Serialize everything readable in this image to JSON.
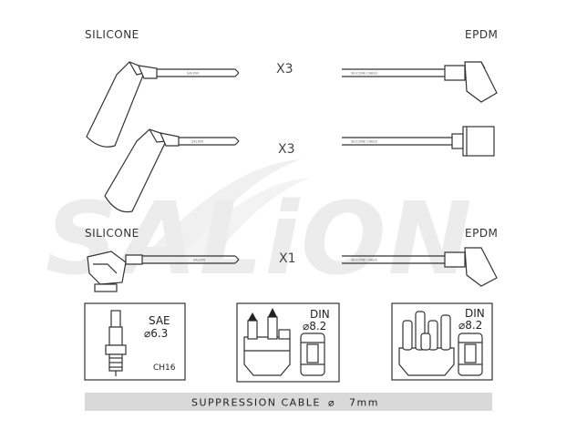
{
  "labels": {
    "silicone_top": "SILICONE",
    "epdm_top": "EPDM",
    "silicone_mid": "SILICONE",
    "epdm_mid": "EPDM"
  },
  "multipliers": {
    "row1": "X3",
    "row2": "X3",
    "row3": "X1"
  },
  "cable_print": {
    "left": "SALION",
    "right": "SILICONE CABLE"
  },
  "watermark": "SALiON",
  "boxes": {
    "sae": {
      "standard": "SAE",
      "size": "⌀6.3",
      "code": "CH16"
    },
    "din1": {
      "standard": "DIN",
      "size": "⌀8.2"
    },
    "din2": {
      "standard": "DIN",
      "size": "⌀8.2"
    }
  },
  "footer": {
    "text": "SUPPRESSION CABLE",
    "symbol": "⌀",
    "size": "7mm"
  }
}
